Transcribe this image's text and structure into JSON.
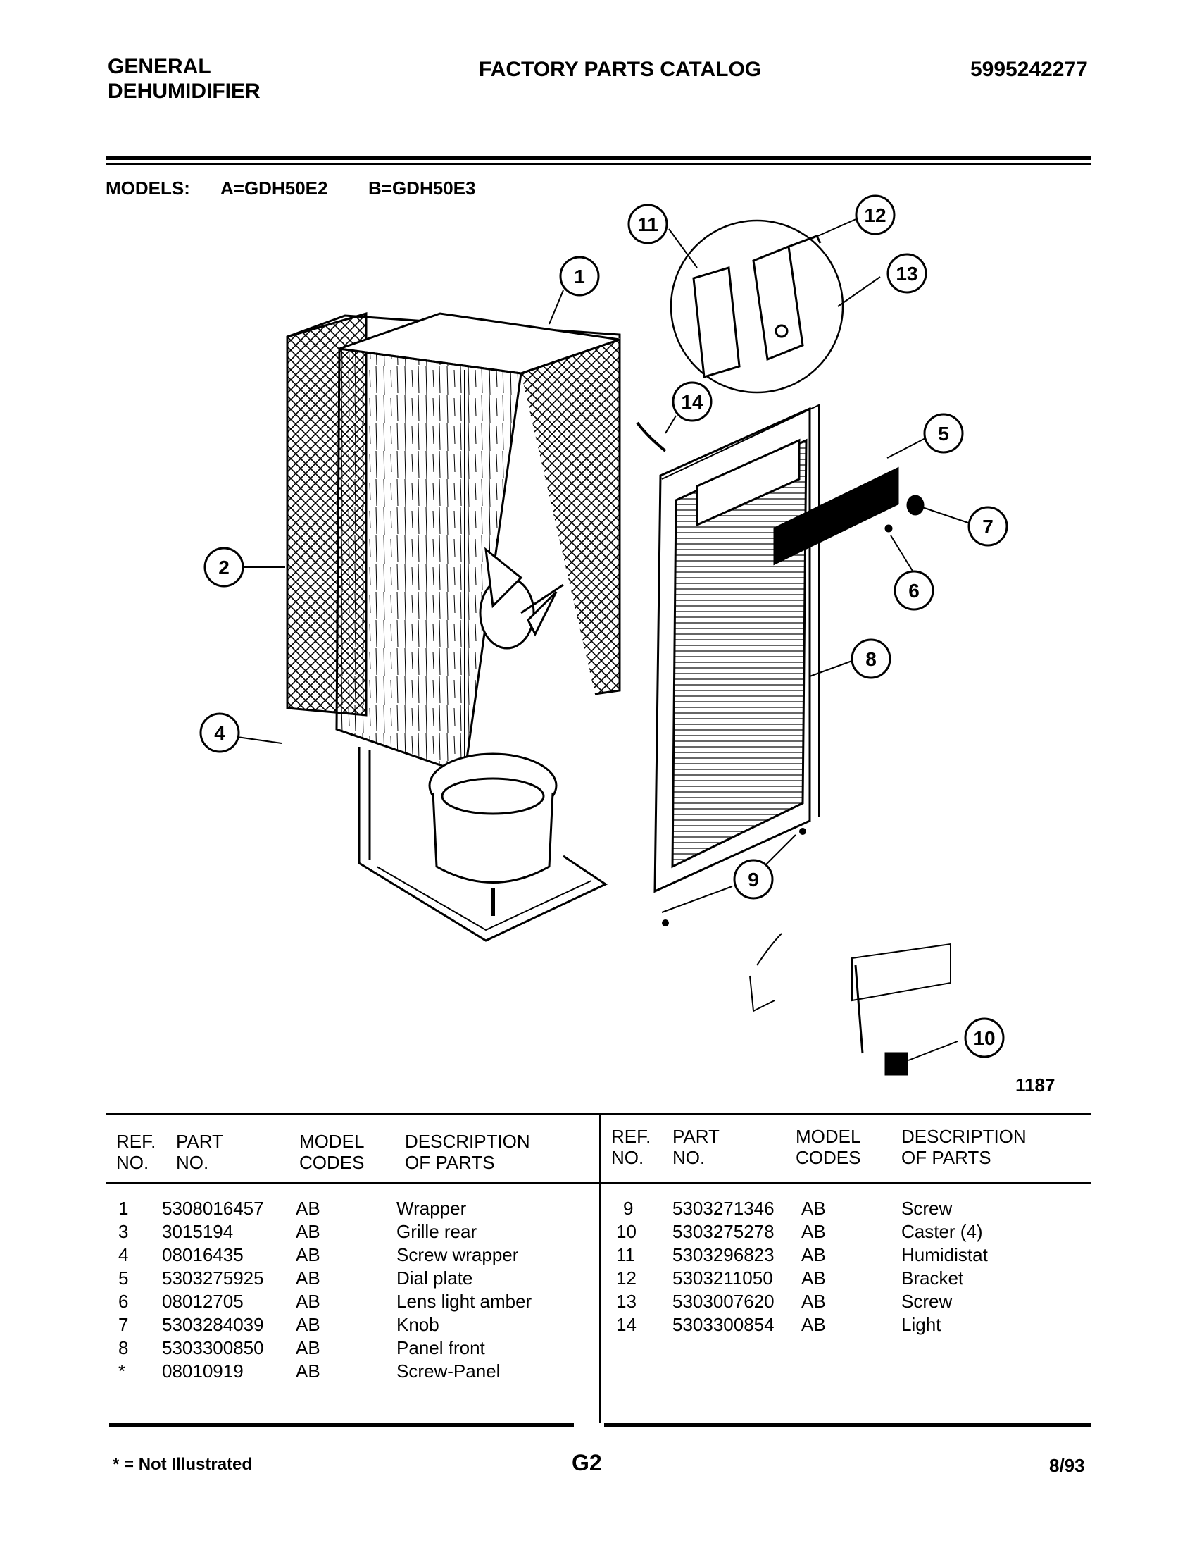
{
  "header": {
    "brand_line1": "GENERAL",
    "brand_line2": "DEHUMIDIFIER",
    "title": "FACTORY PARTS CATALOG",
    "catalog_number": "5995242277"
  },
  "models": {
    "label": "MODELS:",
    "model_a": "A=GDH50E2",
    "model_b": "B=GDH50E3"
  },
  "diagram": {
    "callouts": [
      "1",
      "2",
      "4",
      "5",
      "6",
      "7",
      "8",
      "9",
      "10",
      "11",
      "12",
      "13",
      "14"
    ],
    "figure_number": "1187"
  },
  "table": {
    "headers": {
      "ref_line1": "REF.",
      "ref_line2": "NO.",
      "part_line1": "PART",
      "part_line2": "NO.",
      "model_line1": "MODEL",
      "model_line2": "CODES",
      "desc_line1": "DESCRIPTION",
      "desc_line2": "OF PARTS"
    },
    "left_rows": [
      {
        "ref": "1",
        "part": "5308016457",
        "codes": "AB",
        "desc": "Wrapper"
      },
      {
        "ref": "3",
        "part": "3015194",
        "codes": "AB",
        "desc": "Grille rear"
      },
      {
        "ref": "4",
        "part": "08016435",
        "codes": "AB",
        "desc": "Screw wrapper"
      },
      {
        "ref": "5",
        "part": "5303275925",
        "codes": "AB",
        "desc": "Dial plate"
      },
      {
        "ref": "6",
        "part": "08012705",
        "codes": "AB",
        "desc": "Lens light amber"
      },
      {
        "ref": "7",
        "part": "5303284039",
        "codes": "AB",
        "desc": "Knob"
      },
      {
        "ref": "8",
        "part": "5303300850",
        "codes": "AB",
        "desc": "Panel front"
      },
      {
        "ref": "*",
        "part": "08010919",
        "codes": "AB",
        "desc": "Screw-Panel"
      }
    ],
    "right_rows": [
      {
        "ref": "9",
        "part": "5303271346",
        "codes": "AB",
        "desc": "Screw"
      },
      {
        "ref": "10",
        "part": "5303275278",
        "codes": "AB",
        "desc": "Caster (4)"
      },
      {
        "ref": "11",
        "part": "5303296823",
        "codes": "AB",
        "desc": "Humidistat"
      },
      {
        "ref": "12",
        "part": "5303211050",
        "codes": "AB",
        "desc": "Bracket"
      },
      {
        "ref": "13",
        "part": "5303007620",
        "codes": "AB",
        "desc": "Screw"
      },
      {
        "ref": "14",
        "part": "5303300854",
        "codes": "AB",
        "desc": "Light"
      }
    ]
  },
  "footer": {
    "note": "* = Not Illustrated",
    "page": "G2",
    "date": "8/93"
  }
}
